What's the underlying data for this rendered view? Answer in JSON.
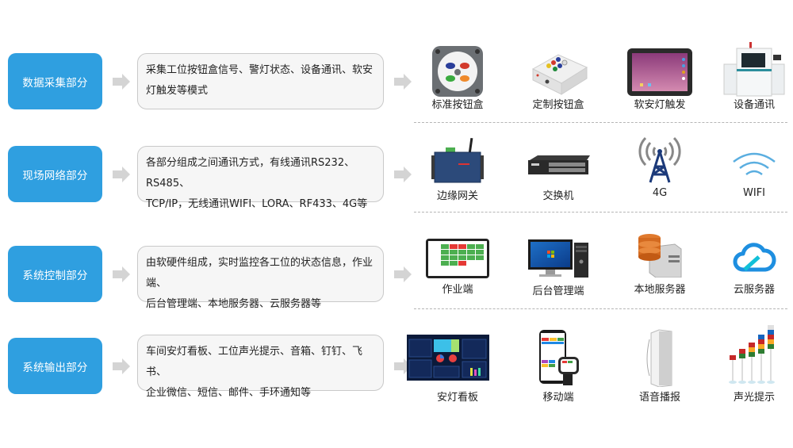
{
  "rows": [
    {
      "category": "数据采集部分",
      "description_lines": [
        "采集工位按钮盒信号、警灯状态、设备通讯、软安",
        "灯触发等模式"
      ],
      "products": [
        {
          "label": "标准按钮盒",
          "icon": "button-box-icon"
        },
        {
          "label": "定制按钮盒",
          "icon": "custom-button-box-icon"
        },
        {
          "label": "软安灯触发",
          "icon": "tablet-icon"
        },
        {
          "label": "设备通讯",
          "icon": "machine-icon"
        }
      ]
    },
    {
      "category": "现场网络部分",
      "description_lines": [
        "各部分组成之间通讯方式，有线通讯RS232、RS485、",
        "TCP/IP，无线通讯WIFI、LORA、RF433、4G等"
      ],
      "products": [
        {
          "label": "边缘网关",
          "icon": "gateway-icon"
        },
        {
          "label": "交换机",
          "icon": "switch-icon"
        },
        {
          "label": "4G",
          "icon": "tower-icon"
        },
        {
          "label": "WIFI",
          "icon": "wifi-icon"
        }
      ]
    },
    {
      "category": "系统控制部分",
      "description_lines": [
        "由软硬件组成，实时监控各工位的状态信息，作业端、",
        "后台管理端、本地服务器、云服务器等"
      ],
      "products": [
        {
          "label": "作业端",
          "icon": "terminal-icon"
        },
        {
          "label": "后台管理端",
          "icon": "desktop-icon"
        },
        {
          "label": "本地服务器",
          "icon": "server-icon"
        },
        {
          "label": "云服务器",
          "icon": "cloud-icon"
        }
      ]
    },
    {
      "category": "系统输出部分",
      "description_lines": [
        "车间安灯看板、工位声光提示、音箱、钉钉、飞书、",
        "企业微信、短信、邮件、手环通知等"
      ],
      "products": [
        {
          "label": "安灯看板",
          "icon": "dashboard-icon"
        },
        {
          "label": "移动端",
          "icon": "mobile-icon"
        },
        {
          "label": "语音播报",
          "icon": "speaker-icon"
        },
        {
          "label": "声光提示",
          "icon": "tower-light-icon"
        }
      ]
    }
  ],
  "colors": {
    "category_bg": "#2f9fe0",
    "description_bg": "#f6f6f6",
    "description_border": "#c9c9c9",
    "arrow": "#d4d4d4",
    "divider": "#b5b5b5"
  }
}
